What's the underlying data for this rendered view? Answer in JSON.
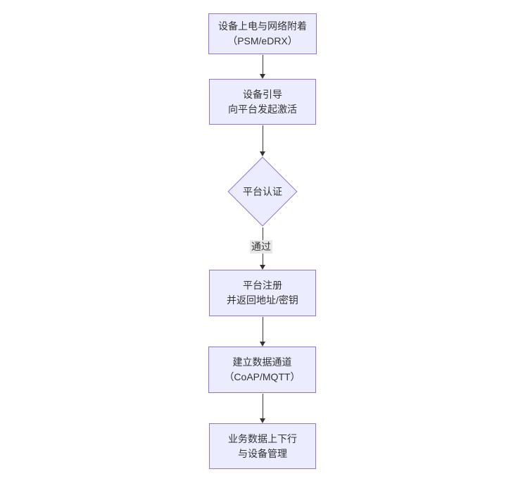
{
  "diagram": {
    "type": "flowchart",
    "direction": "top-down",
    "colors": {
      "background": "#ffffff",
      "node_fill": "#ECECFF",
      "node_border": "#9370DB",
      "node_text": "#333333",
      "arrow": "#333333",
      "edge_label_bg": "#e8e8e8"
    },
    "nodes": [
      {
        "id": "n1",
        "type": "rect",
        "lines": [
          "设备上电与网络附着",
          "（PSM/eDRX）"
        ]
      },
      {
        "id": "n2",
        "type": "rect",
        "lines": [
          "设备引导",
          "向平台发起激活"
        ]
      },
      {
        "id": "n3",
        "type": "diamond",
        "lines": [
          "平台认证"
        ]
      },
      {
        "id": "n4",
        "type": "rect",
        "lines": [
          "平台注册",
          "并返回地址/密钥"
        ]
      },
      {
        "id": "n5",
        "type": "rect",
        "lines": [
          "建立数据通道",
          "（CoAP/MQTT）"
        ]
      },
      {
        "id": "n6",
        "type": "rect",
        "lines": [
          "业务数据上下行",
          "与设备管理"
        ]
      }
    ],
    "edges": [
      {
        "from": "n1",
        "to": "n2",
        "label": ""
      },
      {
        "from": "n2",
        "to": "n3",
        "label": ""
      },
      {
        "from": "n3",
        "to": "n4",
        "label": "通过"
      },
      {
        "from": "n4",
        "to": "n5",
        "label": ""
      },
      {
        "from": "n5",
        "to": "n6",
        "label": ""
      }
    ]
  }
}
